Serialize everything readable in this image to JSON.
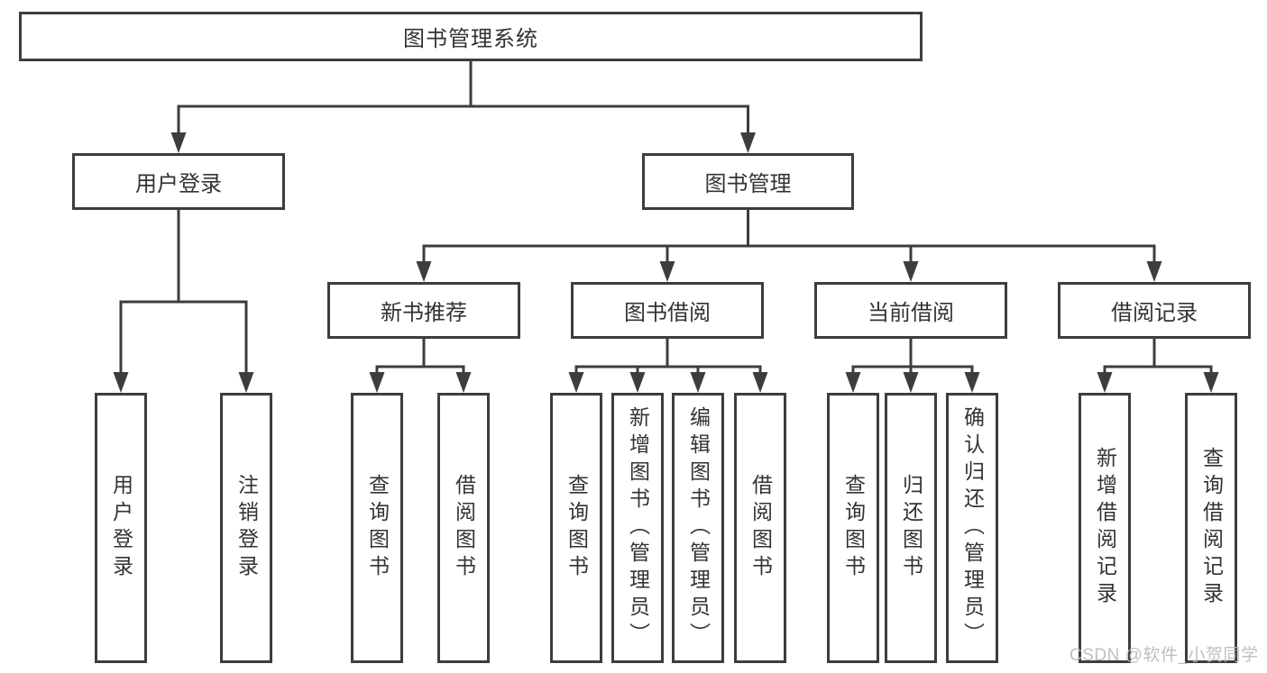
{
  "diagram": {
    "watermark": "CSDN @软件_小贺同学",
    "colors": {
      "line": "#3d3d3d",
      "text": "#333333",
      "box_background": "#ffffff",
      "page_background": "#ffffff",
      "watermark": "#b9b9b9"
    },
    "nodes": [
      {
        "id": "root",
        "label": "图书管理系统",
        "parent": null,
        "vertical": false
      },
      {
        "id": "user-login",
        "label": "用户登录",
        "parent": "root",
        "vertical": false
      },
      {
        "id": "book-mgmt",
        "label": "图书管理",
        "parent": "root",
        "vertical": false
      },
      {
        "id": "user-login-v",
        "label": "用户登录",
        "parent": "user-login",
        "vertical": true
      },
      {
        "id": "logout",
        "label": "注销登录",
        "parent": "user-login",
        "vertical": true
      },
      {
        "id": "new-book-rec",
        "label": "新书推荐",
        "parent": "book-mgmt",
        "vertical": false
      },
      {
        "id": "book-borrow",
        "label": "图书借阅",
        "parent": "book-mgmt",
        "vertical": false
      },
      {
        "id": "current-borrow",
        "label": "当前借阅",
        "parent": "book-mgmt",
        "vertical": false
      },
      {
        "id": "borrow-records",
        "label": "借阅记录",
        "parent": "book-mgmt",
        "vertical": false
      },
      {
        "id": "nbr-query",
        "label": "查询图书",
        "parent": "new-book-rec",
        "vertical": true
      },
      {
        "id": "nbr-borrow",
        "label": "借阅图书",
        "parent": "new-book-rec",
        "vertical": true
      },
      {
        "id": "bb-query",
        "label": "查询图书",
        "parent": "book-borrow",
        "vertical": true
      },
      {
        "id": "bb-add",
        "label": "新增图书（管理员）",
        "parent": "book-borrow",
        "vertical": true
      },
      {
        "id": "bb-edit",
        "label": "编辑图书（管理员）",
        "parent": "book-borrow",
        "vertical": true
      },
      {
        "id": "bb-borrow",
        "label": "借阅图书",
        "parent": "book-borrow",
        "vertical": true
      },
      {
        "id": "cb-query",
        "label": "查询图书",
        "parent": "current-borrow",
        "vertical": true
      },
      {
        "id": "cb-return",
        "label": "归还图书",
        "parent": "current-borrow",
        "vertical": true
      },
      {
        "id": "cb-confirm",
        "label": "确认归还（管理员）",
        "parent": "current-borrow",
        "vertical": true
      },
      {
        "id": "br-add",
        "label": "新增借阅记录",
        "parent": "borrow-records",
        "vertical": true
      },
      {
        "id": "br-query",
        "label": "查询借阅记录",
        "parent": "borrow-records",
        "vertical": true
      }
    ]
  }
}
